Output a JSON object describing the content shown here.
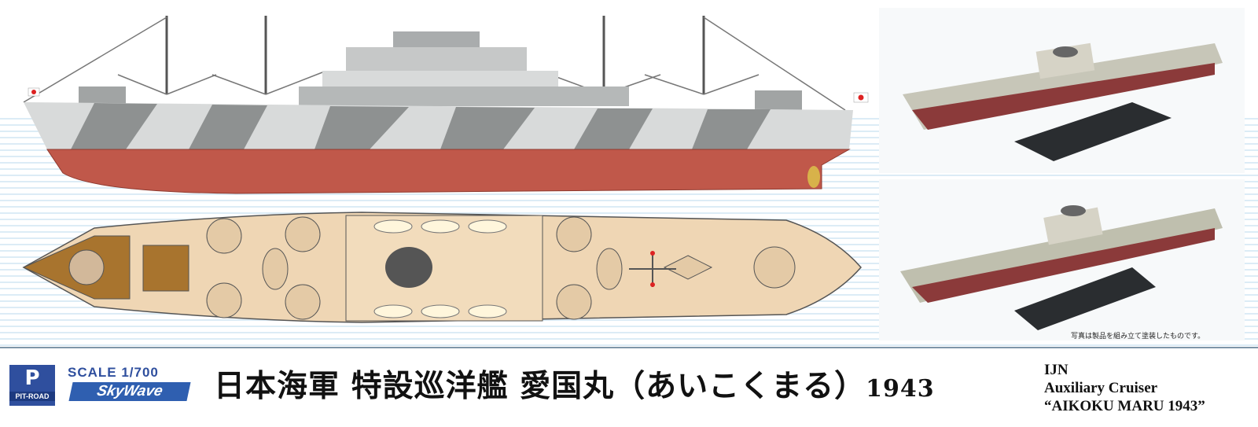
{
  "brand": {
    "logo_mark": "P",
    "logo_text": "PIT-ROAD",
    "scale": "SCALE 1/700",
    "series": "SkyWave"
  },
  "title": {
    "jp": "日本海軍 特設巡洋艦 愛国丸（あいこくまる）",
    "year": "1943",
    "en_line1": "IJN",
    "en_line2": "Auxiliary Cruiser",
    "en_line3": "“AIKOKU MARU 1943”"
  },
  "photo_caption": "写真は製品を組み立て塗装したものです。",
  "colors": {
    "hull": "#c0584a",
    "camo_dark": "#8e9191",
    "camo_light": "#d8dada",
    "deck": "#efd6b4",
    "wood": "#a8742e",
    "brand_blue": "#2f4f9e"
  }
}
